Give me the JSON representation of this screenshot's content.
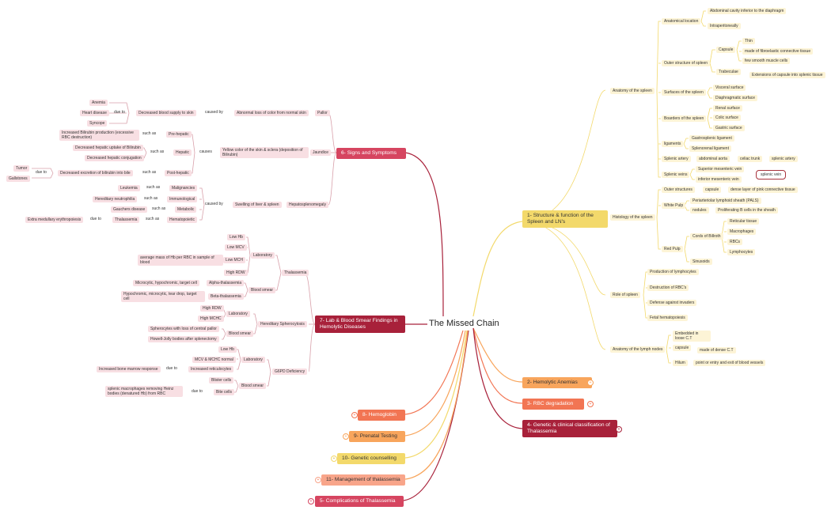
{
  "center": "The Missed Chain",
  "main_topics": {
    "t1": "1- Structure & function of the Spleen and LN's",
    "t2": "2- Hemolytic Anemias",
    "t3": "3- RBC degradation",
    "t4": "4- Genetic & clinical classification of Thalassemia",
    "t5": "5- Complications of Thalassemia",
    "t6": "6- Signs and Symptoms",
    "t7": "7- Lab & Blood Smear Findings in Hemolytic Diseases",
    "t8": "8- Hemoglobin",
    "t9": "9- Prenatal Testing",
    "t10": "10- Genetic counselling",
    "t11": "11- Management of thalassemia"
  },
  "colors": {
    "yellow": "#f3d96b",
    "orange": "#f8a55c",
    "coral": "#f27553",
    "crimson": "#a8213a",
    "pink": "#f8dfe3",
    "pale_yellow": "#fdf4d6"
  },
  "s1": {
    "anatomy_spleen": "Anatomy of the spleen",
    "anatomical_location": "Anatomical location",
    "abdominal_cavity": "Abdominal cavity inferior to the diaphragm",
    "intraperitoneally": "Intraperitoneally",
    "outer_structure": "Outer structure of spleen",
    "capsule": "Capsule",
    "thin": "Thin",
    "made_fibro": "made of fibroelastic connective tissue",
    "few_smooth": "few smooth muscle cells",
    "trabeculae": "Trabeculae",
    "extensions": "Extensions of capsule into splenic tissue",
    "surfaces": "Surfaces of the spleen",
    "visceral": "Visceral surface",
    "diaphragmatic": "Diaphragmatic surface",
    "borders": "Boarders of the spleen",
    "renal": "Renal surface",
    "colic": "Colic surface",
    "gastric": "Gastric  surface",
    "ligaments": "ligaments",
    "gastrosplenic": "Gastrosplenic ligament",
    "splenorenal": "Splenorenal ligament",
    "splenic_artery": "Splenic artery",
    "abdominal_aorta": "abdominal aorta",
    "celiac_trunk": "celiac trunk",
    "splenic_artery2": "splenic artery",
    "splenic_veins": "Splenic veins",
    "superior_mes": "Superior mesenteric vein",
    "inferior_mes": "inferior mesenteric vein",
    "splenic_vein": "splenic vein",
    "histology": "Histology of the spleen",
    "outer_structures": "Outer structures",
    "capsule2": "capsule",
    "dense_layer": "dense layer of pink connective tissue",
    "white_pulp": "White Pulp",
    "pals": "Periarteriolar lymphoid sheath (PALS)",
    "nodules": "nodules",
    "proliferating": "Proliferating B cells in the sheath",
    "red_pulp": "Red Pulp",
    "cords": "Cords of Billroth",
    "reticular": "Reticular tissue",
    "macrophages": "Macrophages",
    "rbcs": "RBCs",
    "lymphocytes": "Lymphocytes",
    "sinusoids": "Sinusoids",
    "role": "Role of spleen",
    "production": "Production of lymphocytes",
    "destruction": "Destruction of RBC's",
    "defense": "Defense against invaders",
    "fetal": "Fetal hematopoiesis",
    "anatomy_lymph": "Anatomy of the lymph nodes",
    "embedded": "Embedded in loose C.T",
    "capsule3": "capsule",
    "made_dense": "made of dense C.T",
    "hilum": "Hilum",
    "point_entry": "point or entry and  exit of blood vessels"
  },
  "s6": {
    "anemia": "Anemia",
    "heart": "Heart disease",
    "syncope": "Syncope",
    "due_to": "due to",
    "decreased_blood": "Decreased blood supply to skin",
    "caused_by": "caused by",
    "abnormal_loss": "Abnormal loss of color from normal skin",
    "pallor": "Pallor",
    "incr_bili": "Increased Bilirubin production (excessive RBC destruction)",
    "such_as": "such as",
    "pre_hepatic": "Pre-hepatic",
    "decr_uptake": "Decreased hepatic uptake of Bilirubin",
    "decr_conj": "Decreased hepatic conjugation",
    "hepatic": "Hepatic",
    "causes": "causes",
    "yellow_color": "Yellow color of the skin & sclera (deposition of Bilirubin)",
    "jaundice": "Jaundice",
    "tumor": "Tumor",
    "gallstones": "Gallstones",
    "decr_excretion": "Decreased excretion of bilirubin into bile",
    "post_hepatic": "Post-hepatic",
    "leukemia": "Leukemia",
    "malignancies": "Malignancies",
    "hered_neutro": "Hereditary neutrophilia",
    "immunological": "Immunological",
    "gauchers": "Gauchers disease",
    "metabolic": "Metabolic",
    "extra_med": "Extra medullary erythropoiesis",
    "thalassemia": "Thalassemia",
    "hematopoietic": "Hematopoietic",
    "swelling": "Swelling of liver & spleen",
    "hsm": "Hepatosplenomegaly"
  },
  "s7": {
    "low_hb": "Low Hb",
    "low_mcv": "Low MCV",
    "low_mch": "Low MCH",
    "avg_mass": "average mass of Hb per RBC in sample of blood",
    "high_rdw": "High RDW",
    "laboratory": "Laboratory",
    "thalassemia": "Thalassemia",
    "micro_hypo": "Microcytic, hypochromic, target cell",
    "alpha": "Alpha-thalassemia",
    "hypo_micro": "Hypochromic, microcytic, tear drop, target cell",
    "beta": "Beta-thalassemia",
    "blood_smear": "Blood smear",
    "high_rdw2": "High RDW",
    "high_mchc": "High MCHC",
    "laboratory2": "Laboratory",
    "hered_sphero": "Hereditary Spherocytosis",
    "spherocytes": "Spherocytes with loss of central pallor",
    "howell": "Howell-Jolly bodies after splenectomy",
    "blood_smear2": "Blood smear",
    "low_hb2": "Low Hb",
    "mcv_mchc": "MCV & MCHC normal",
    "laboratory3": "Laboratory",
    "incr_marrow": "Increased bone marrow response",
    "due_to": "due to",
    "incr_retic": "Increased reticulocytes",
    "g6pd": "G6PD Deficiency",
    "blister": "Blister cells",
    "blood_smear3": "Blood smear",
    "splenic_macro": "splenic macrophages removing Heinz bodies (denatured Hb) from RBC",
    "due_to2": "due to",
    "bite": "Bite cells"
  }
}
